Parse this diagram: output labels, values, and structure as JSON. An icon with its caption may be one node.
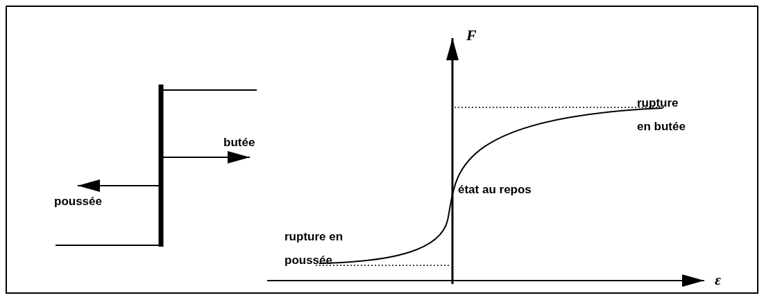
{
  "diagram": {
    "labels": [
      "F",
      "rupture en butée",
      "butée",
      "état au repos",
      "poussée",
      "rupture en poussée",
      "ε"
    ]
  }
}
